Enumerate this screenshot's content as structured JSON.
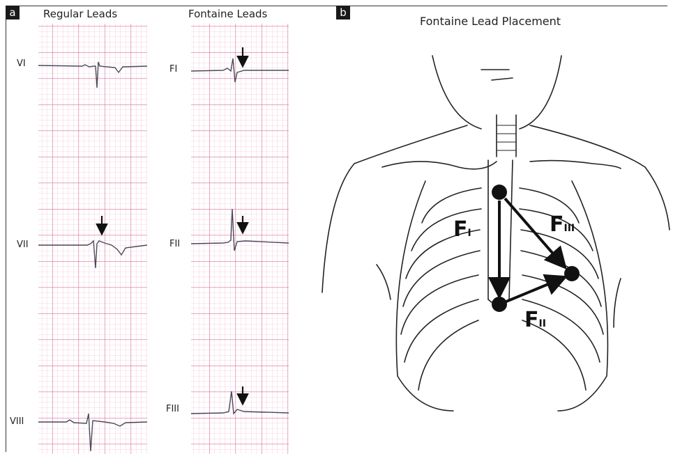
{
  "panel_a": {
    "badge": "a",
    "regular_title": "Regular Leads",
    "fontaine_title": "Fontaine Leads",
    "regular_leads": [
      "VI",
      "VII",
      "VIII"
    ],
    "fontaine_leads": [
      "FI",
      "FII",
      "FIII"
    ]
  },
  "panel_b": {
    "badge": "b",
    "title": "Fontaine Lead Placement",
    "vector_labels": [
      {
        "main": "F",
        "sub": "I"
      },
      {
        "main": "F",
        "sub": "III"
      },
      {
        "main": "F",
        "sub": "II"
      }
    ]
  },
  "colors": {
    "grid_minor": "#f3c6d8",
    "grid_major": "#d86d9a",
    "trace": "#4a4a5a",
    "ink": "#111111"
  }
}
